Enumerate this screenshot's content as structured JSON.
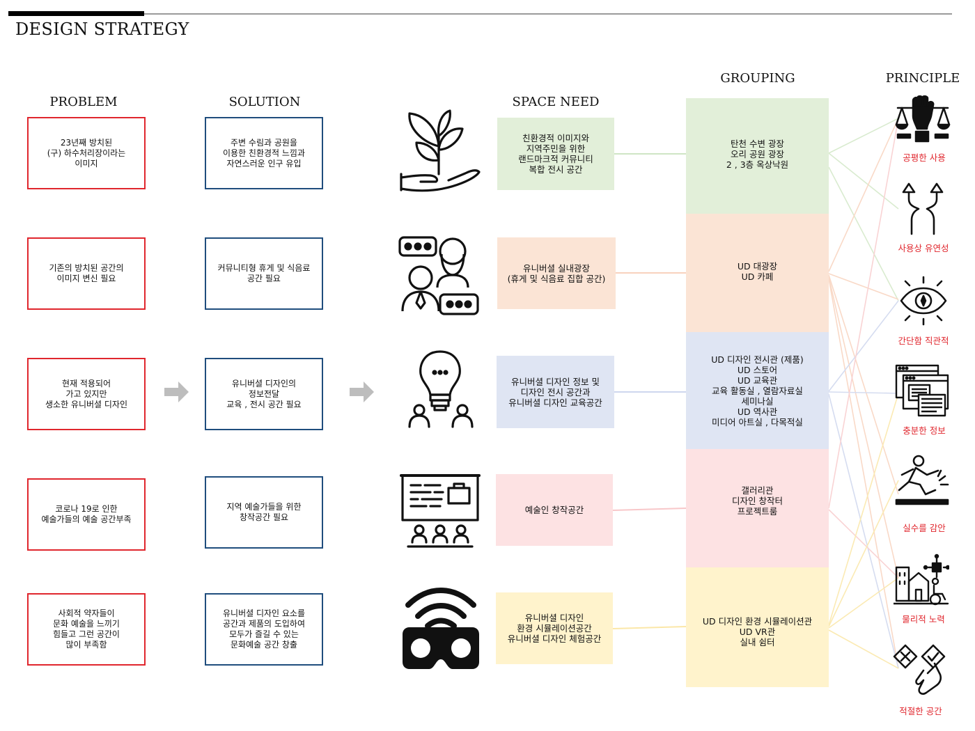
{
  "title": "DESIGN STRATEGY",
  "headers": {
    "problem": "PROBLEM",
    "solution": "SOLUTION",
    "space_need": "SPACE NEED",
    "grouping": "GROUPING",
    "principle": "PRINCIPLE"
  },
  "problems": [
    "23년째 방치된\n(구) 하수처리장이라는\n이미지",
    "기존의 방치된 공간의\n이미지 변신 필요",
    "현재 적용되어\n가고 있지만\n생소한 유니버셜 디자인",
    "코로나 19로 인한\n예술가들의 예술 공간부족",
    "사회적 약자들이\n문화 예술을 느끼기\n힘들고 그런 공간이\n많이 부족함"
  ],
  "solutions": [
    "주변 수림과 공원을\n이용한 친환경적 느낌과\n자연스러운 인구 유입",
    "커뮤니티형 휴게 및 식음료\n공간 필요",
    "유니버셜 디자인의\n정보전달\n교육 , 전시 공간 필요",
    "지역 예술가들을 위한\n창작공간 필요",
    "유니버셜 디자인 요소를\n공간과 제품의 도입하여\n모두가 즐길 수 있는\n문화예술 공간 창출"
  ],
  "space_needs": [
    "친환경적 이미지와\n지역주민을 위한\n랜드마크적 커뮤니티\n복합 전시 공간",
    "유니버셜 실내광장\n(휴게 및 식음료 집합 공간)",
    "유니버셜 디자인 정보 및\n디자인 전시 공간과\n유니버셜 디자인 교육공간",
    "예술인 창작공간",
    "유니버셜 디자인\n환경 시뮬레이션공간\n유니버셜 디자인 체험공간"
  ],
  "groupings": [
    "탄천 수변 광장\n오리 공원 광장\n2 , 3층 옥상낙원",
    "UD 대광장\nUD 카페",
    "UD 디자인 전시관 (제품)\nUD 스토어\nUD 교육관\n교육 활동실 , 열람자료실\n세미나실\nUD 역사관\n미디어 아트실 , 다목적실",
    "갤러리관\n디자인 창작터\n프로젝트룸",
    "UD 디자인 환경 시뮬레이션관\nUD  VR관\n실내 쉼터"
  ],
  "principles": [
    "공평한 사용",
    "사용상 유연성",
    "간단함 직관적",
    "충분한 정보",
    "실수를 감안",
    "물리적 노력",
    "적절한 공간"
  ],
  "icons": [
    "hand-plant-icon",
    "chat-people-icon",
    "lightbulb-people-icon",
    "presentation-icon",
    "vr-headset-icon"
  ],
  "principle_icons": [
    "justice-scale-icon",
    "split-arrows-icon",
    "eye-icon",
    "browser-windows-icon",
    "slip-fall-icon",
    "city-wheelchair-icon",
    "choice-hand-icon"
  ],
  "colors": {
    "problem_border": "#e0262d",
    "solution_border": "#1f4d7d",
    "green": "#e2efd9",
    "orange": "#fbe4d5",
    "blue": "#dfe5f3",
    "pink": "#fde2e3",
    "yellow": "#fff3cc",
    "principle_text": "#e0262d"
  }
}
